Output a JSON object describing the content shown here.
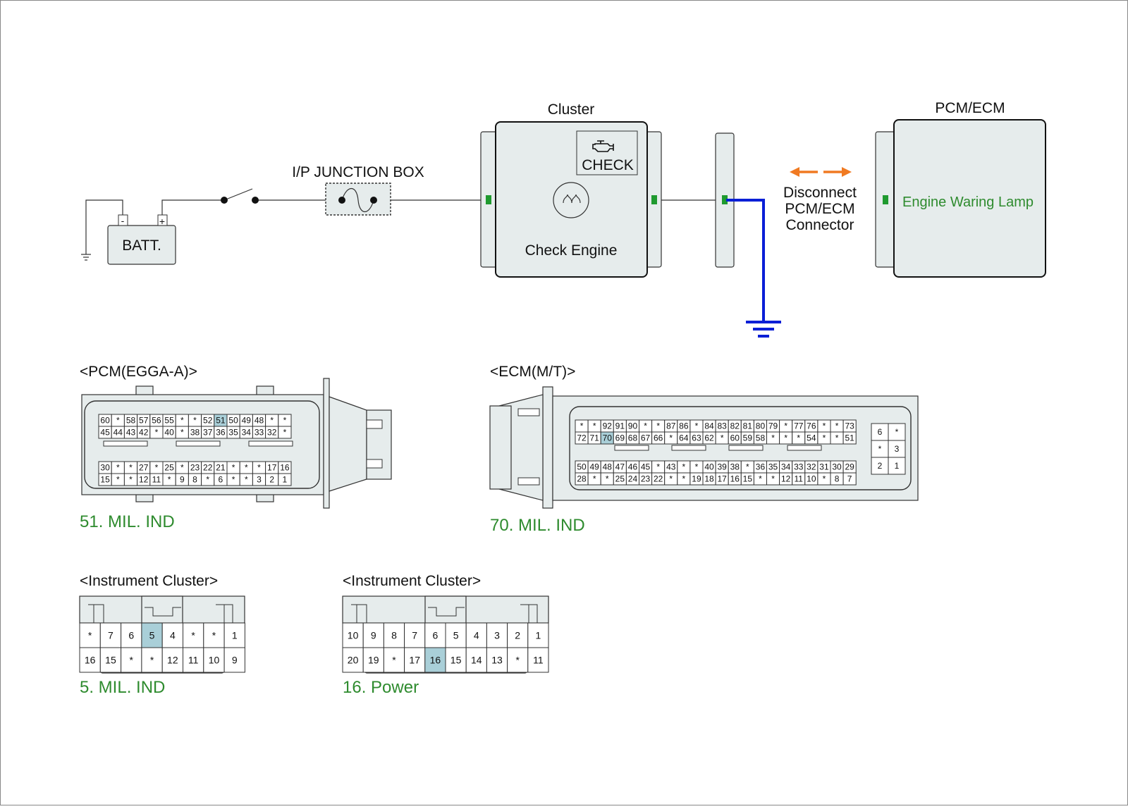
{
  "wiring": {
    "battery": "BATT.",
    "battery_minus": "-",
    "battery_plus": "+",
    "junction_box": "I/P JUNCTION BOX",
    "cluster_title": "Cluster",
    "check_label": "CHECK",
    "check_engine": "Check Engine",
    "pcm_title": "PCM/ECM",
    "engine_lamp": "Engine Waring Lamp",
    "disconnect": [
      "Disconnect",
      "PCM/ECM",
      "Connector"
    ]
  },
  "colors": {
    "highlight": "#a9cfd8",
    "ground_wire": "#0a1fd6",
    "arrow": "#f07a22",
    "green_text": "#2e8b2e",
    "pin_marker": "#1f9a2f"
  },
  "pcm": {
    "title": "<PCM(EGGA-A)>",
    "note": "51. MIL. IND",
    "highlight": "51",
    "rows": [
      [
        "60",
        "*",
        "58",
        "57",
        "56",
        "55",
        "*",
        "*",
        "52",
        "51",
        "50",
        "49",
        "48",
        "*",
        "*"
      ],
      [
        "45",
        "44",
        "43",
        "42",
        "*",
        "40",
        "*",
        "38",
        "37",
        "36",
        "35",
        "34",
        "33",
        "32",
        "*"
      ],
      [
        "30",
        "*",
        "*",
        "27",
        "*",
        "25",
        "*",
        "23",
        "22",
        "21",
        "*",
        "*",
        "*",
        "17",
        "16"
      ],
      [
        "15",
        "*",
        "*",
        "12",
        "11",
        "*",
        "9",
        "8",
        "*",
        "6",
        "*",
        "*",
        "3",
        "2",
        "1"
      ]
    ]
  },
  "ecm": {
    "title": "<ECM(M/T)>",
    "note": "70. MIL. IND",
    "highlight": "70",
    "rows": [
      [
        "*",
        "*",
        "92",
        "91",
        "90",
        "*",
        "*",
        "87",
        "86",
        "*",
        "84",
        "83",
        "82",
        "81",
        "80",
        "79",
        "*",
        "77",
        "76",
        "*",
        "*",
        "73"
      ],
      [
        "72",
        "71",
        "70",
        "69",
        "68",
        "67",
        "66",
        "*",
        "64",
        "63",
        "62",
        "*",
        "60",
        "59",
        "58",
        "*",
        "*",
        "*",
        "54",
        "*",
        "*",
        "51"
      ],
      [
        "50",
        "49",
        "48",
        "47",
        "46",
        "45",
        "*",
        "43",
        "*",
        "*",
        "40",
        "39",
        "38",
        "*",
        "36",
        "35",
        "34",
        "33",
        "32",
        "31",
        "30",
        "29"
      ],
      [
        "28",
        "*",
        "*",
        "25",
        "24",
        "23",
        "22",
        "*",
        "*",
        "19",
        "18",
        "17",
        "16",
        "15",
        "*",
        "*",
        "12",
        "11",
        "10",
        "*",
        "8",
        "7"
      ]
    ],
    "side": [
      [
        "6",
        "*"
      ],
      [
        "*",
        "3"
      ],
      [
        "2",
        "1"
      ]
    ]
  },
  "cluster1": {
    "title": "<Instrument Cluster>",
    "note": "5. MIL. IND",
    "highlight": "5",
    "rows": [
      [
        "*",
        "7",
        "6",
        "5",
        "4",
        "*",
        "*",
        "1"
      ],
      [
        "16",
        "15",
        "*",
        "*",
        "12",
        "11",
        "10",
        "9"
      ]
    ]
  },
  "cluster2": {
    "title": "<Instrument Cluster>",
    "note": "16. Power",
    "highlight": "16",
    "rows": [
      [
        "10",
        "9",
        "8",
        "7",
        "6",
        "5",
        "4",
        "3",
        "2",
        "1"
      ],
      [
        "20",
        "19",
        "*",
        "17",
        "16",
        "15",
        "14",
        "13",
        "*",
        "11"
      ]
    ]
  }
}
